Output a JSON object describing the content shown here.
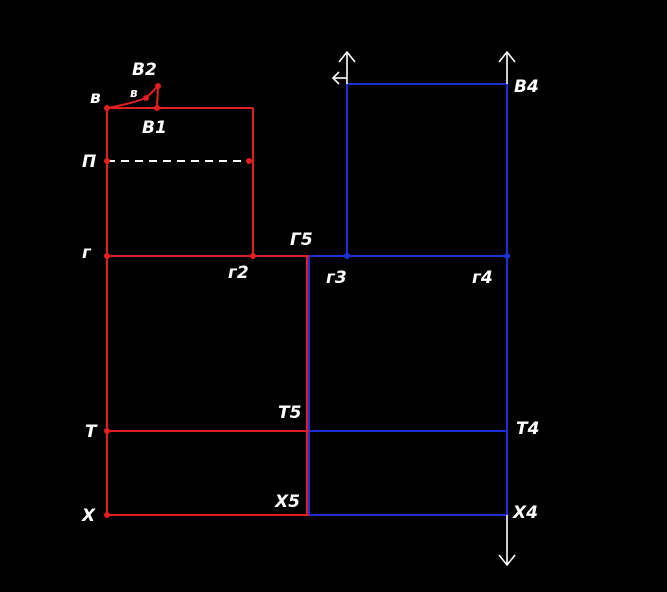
{
  "colors": {
    "background": "#000000",
    "front_piece": "#e01f1f",
    "back_piece": "#1a2fd6",
    "guide_lines": "#ffffff",
    "label_text": "#ffffff"
  },
  "labels": {
    "v": "в",
    "v_small": "в",
    "v2": "В2",
    "v1": "В1",
    "p": "П",
    "g": "г",
    "g2": "г2",
    "g5": "Г5",
    "g3": "г3",
    "g4": "г4",
    "v4": "В4",
    "t": "Т",
    "t5": "Т5",
    "t4": "Т4",
    "x": "Х",
    "x5": "Х5",
    "x4": "Х4"
  },
  "icons": {
    "grain_arrow_top_left": "grain-line-arrow-icon",
    "grain_arrow_right": "grain-line-double-arrow-icon"
  }
}
